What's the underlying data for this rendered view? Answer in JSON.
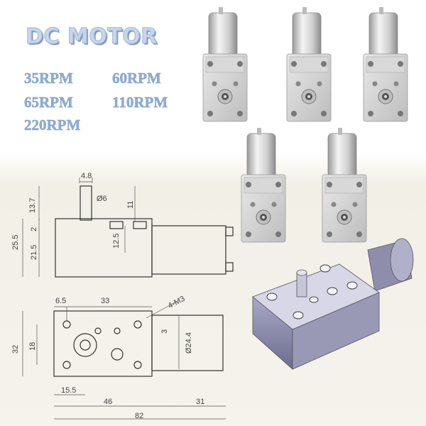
{
  "title": "DC MOTOR",
  "speeds": [
    "35RPM",
    "60RPM",
    "65RPM",
    "110RPM",
    "220RPM"
  ],
  "dimensions": {
    "shaft_offset": "4.8",
    "shaft_dia": "Ø6",
    "shaft_len": "13.7",
    "flat_len": "11",
    "overall_h": "25.5",
    "case_h": "21.5",
    "step": "2",
    "motor_h": "12.5",
    "hole_x": "6.5",
    "hole_span": "33",
    "screw": "4-M3",
    "plate_h": "32",
    "hole_y": "18",
    "offset3": "3",
    "motor_dia": "Ø24.4",
    "shaft_x": "15.5",
    "gear_len": "46",
    "motor_len": "31",
    "total_len": "82"
  }
}
